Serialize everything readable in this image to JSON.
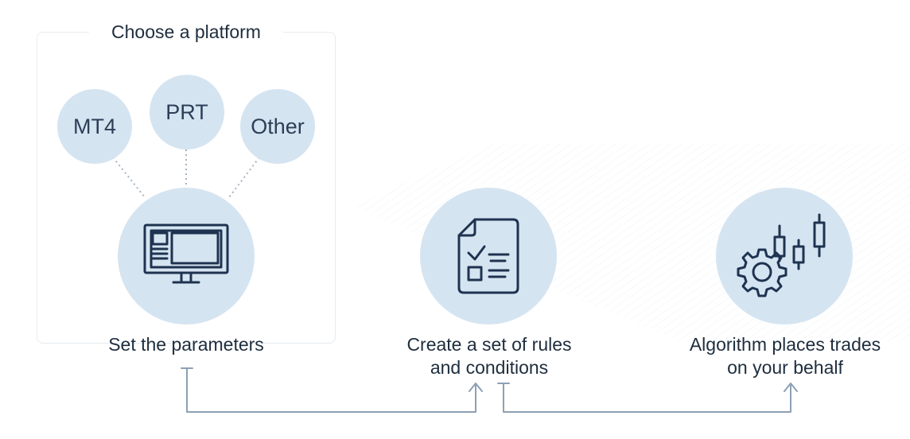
{
  "panel": {
    "title": "Choose a platform"
  },
  "platforms": [
    {
      "label": "MT4"
    },
    {
      "label": "PRT"
    },
    {
      "label": "Other"
    }
  ],
  "steps": [
    {
      "label": "Set the parameters",
      "icon": "monitor-icon"
    },
    {
      "label_line1": "Create a set of rules",
      "label_line2": "and conditions",
      "icon": "checklist-document-icon"
    },
    {
      "label_line1": "Algorithm places trades",
      "label_line2": "on your behalf",
      "icon": "gear-candlestick-icon"
    }
  ],
  "colors": {
    "circle_fill": "#d5e4f1",
    "icon_stroke": "#1e3350",
    "connector": "#8da0b5",
    "panel_border": "#e7ecf0",
    "text": "#1e2d3d"
  }
}
